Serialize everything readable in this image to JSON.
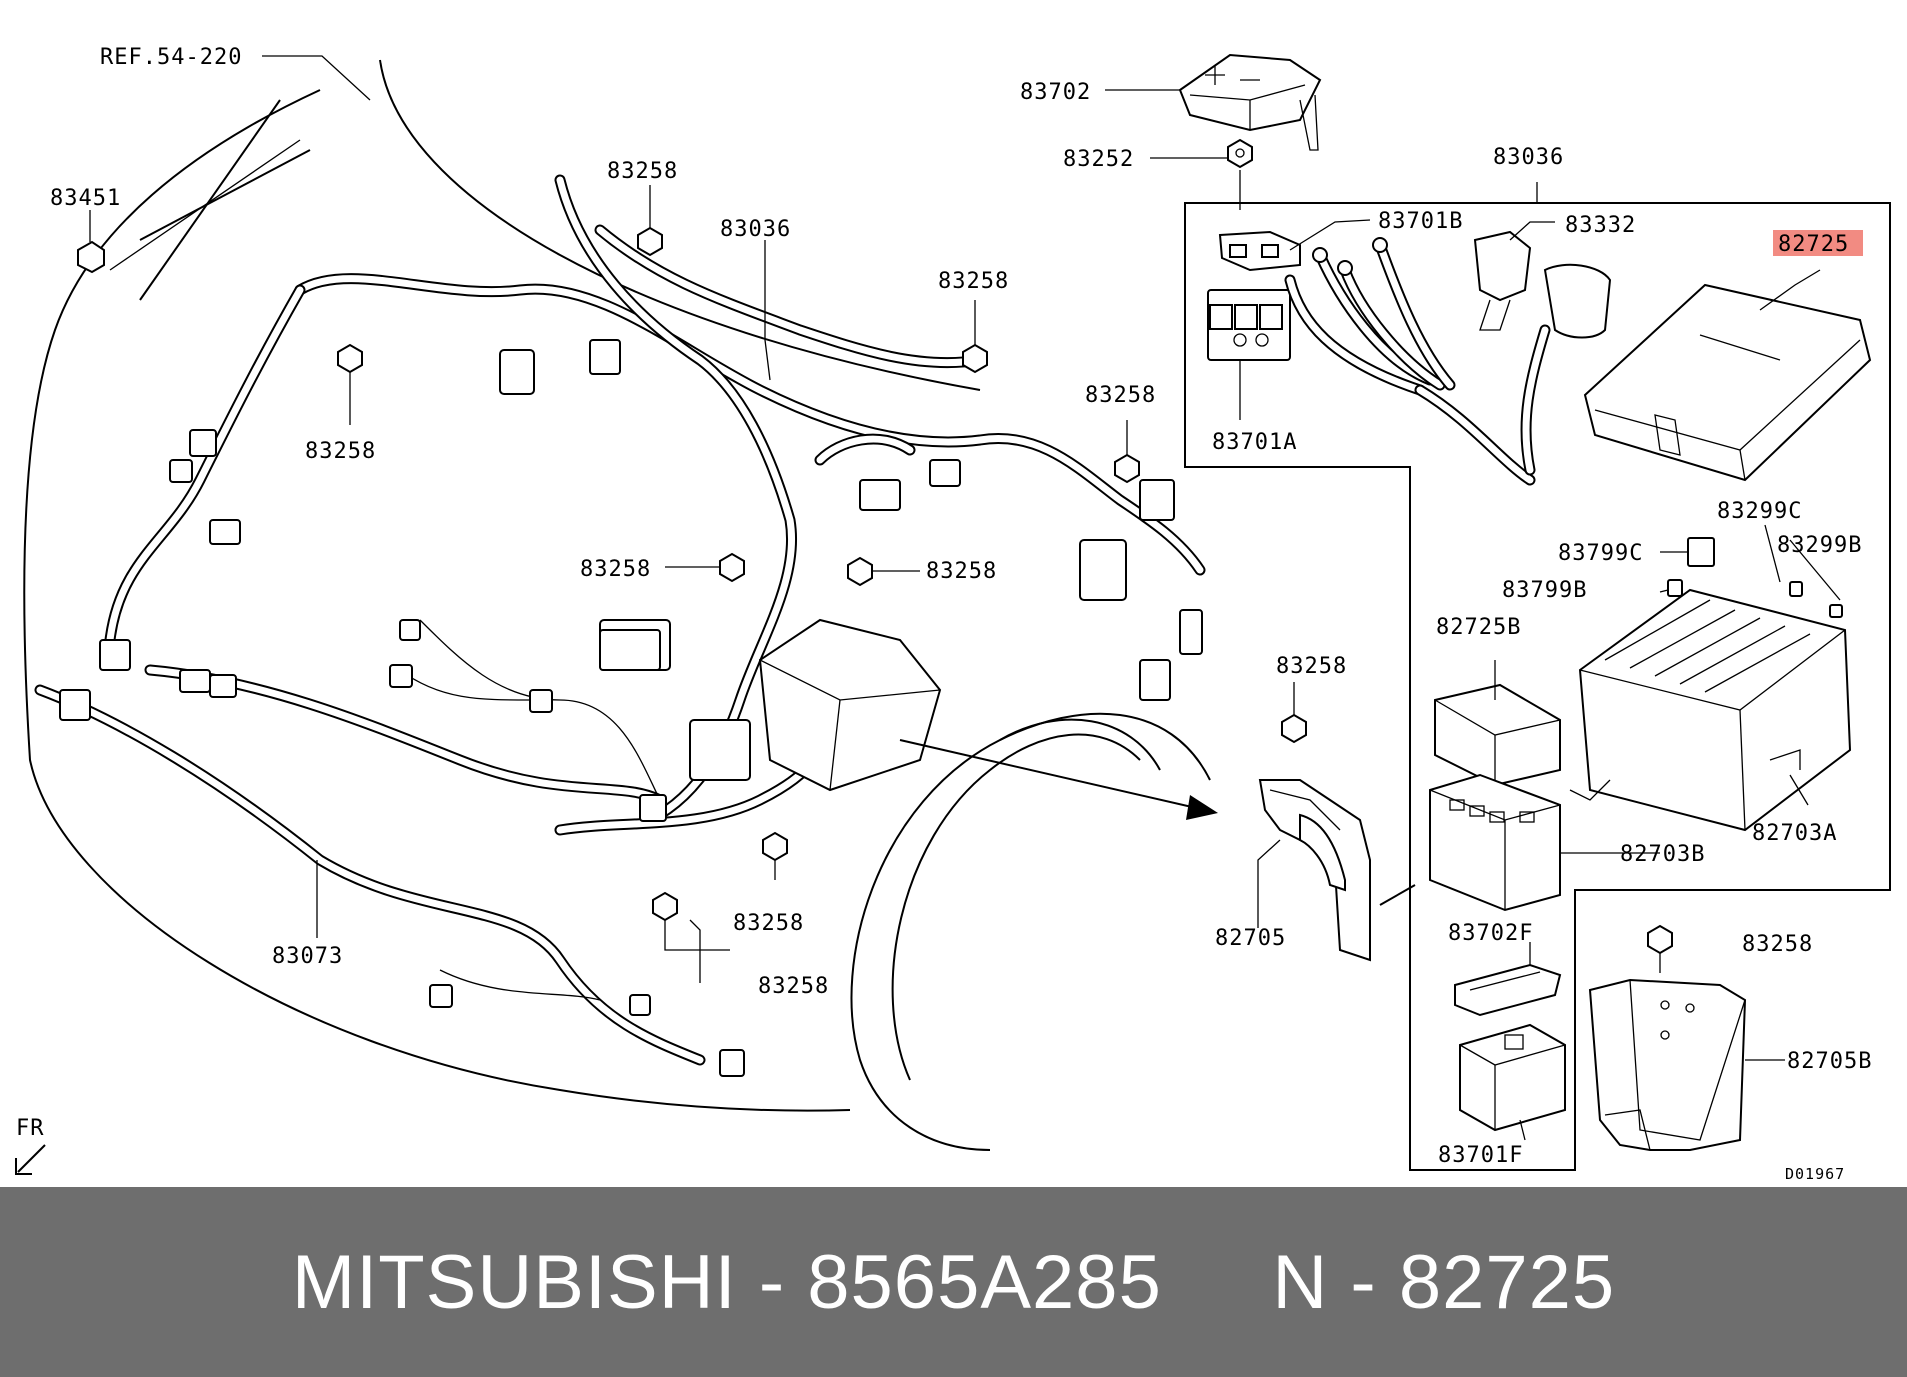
{
  "footer": {
    "caption": "MITSUBISHI - 8565A285     N - 82725"
  },
  "diagram": {
    "ref_label": "REF.54-220",
    "fr_label": "FR",
    "drawing_code": "D01967",
    "highlight_color": "#f28b82",
    "labels": {
      "l83702": "83702",
      "l83252": "83252",
      "l83036_box": "83036",
      "l83701B": "83701B",
      "l83332": "83332",
      "l82725": "82725",
      "l83701A": "83701A",
      "l83451": "83451",
      "l83258_a": "83258",
      "l83036": "83036",
      "l83258_b": "83258",
      "l83258_c": "83258",
      "l83258_d": "83258",
      "l83258_e": "83258",
      "l83258_f": "83258",
      "l83299C": "83299C",
      "l83799C": "83799C",
      "l83299B": "83299B",
      "l83799B": "83799B",
      "l82725B": "82725B",
      "l83258_g": "83258",
      "l83258_h": "83258",
      "l83258_i": "83258",
      "l82703A": "82703A",
      "l82703B": "82703B",
      "l83073": "83073",
      "l82705": "82705",
      "l83702F": "83702F",
      "l83258_j": "83258",
      "l82705B": "82705B",
      "l83701F": "83701F"
    }
  }
}
